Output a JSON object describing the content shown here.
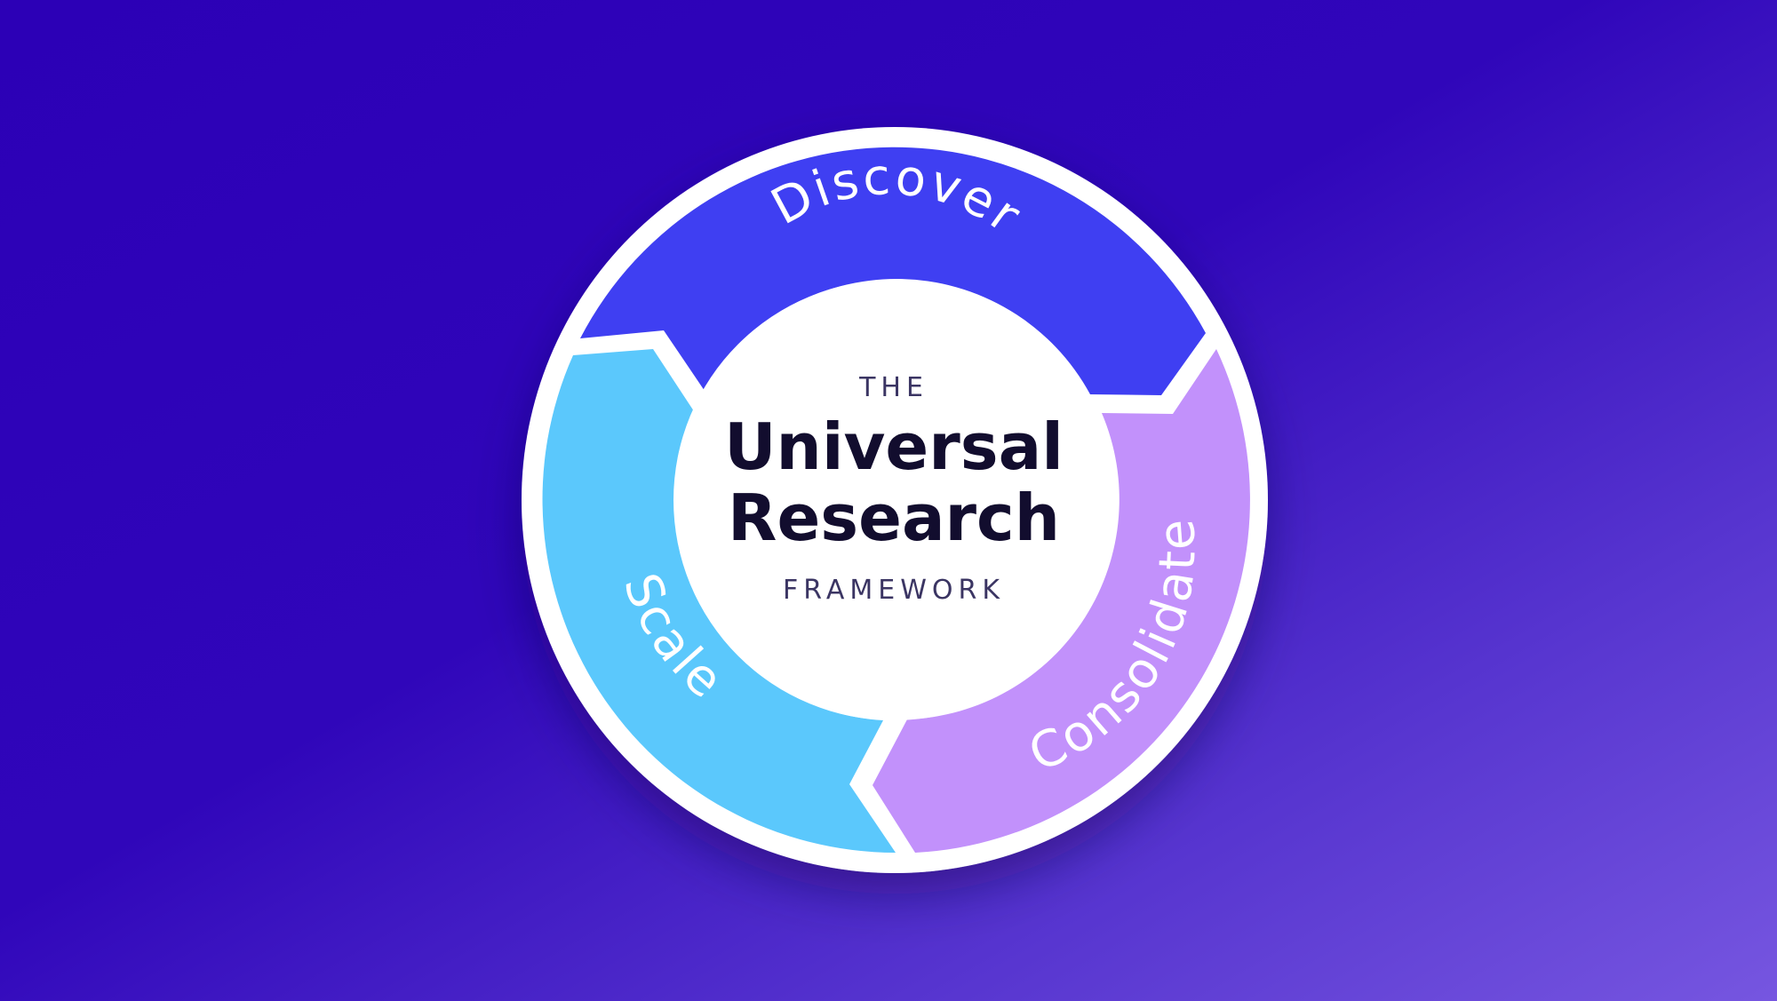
{
  "title": {
    "prefix": "THE",
    "line1": "Universal",
    "line2": "Research",
    "suffix": "FRAMEWORK"
  },
  "segments": [
    {
      "label": "Discover",
      "color": "#3f3ff2"
    },
    {
      "label": "Consolidate",
      "color": "#c291fb"
    },
    {
      "label": "Scale",
      "color": "#5bc8fc"
    }
  ],
  "colors": {
    "ring": "#ffffff",
    "center_fill": "#ffffff",
    "small_text": "#3b3563",
    "big_text": "#120d2e",
    "background_start": "#2c00b6",
    "background_end": "#7656e0"
  }
}
